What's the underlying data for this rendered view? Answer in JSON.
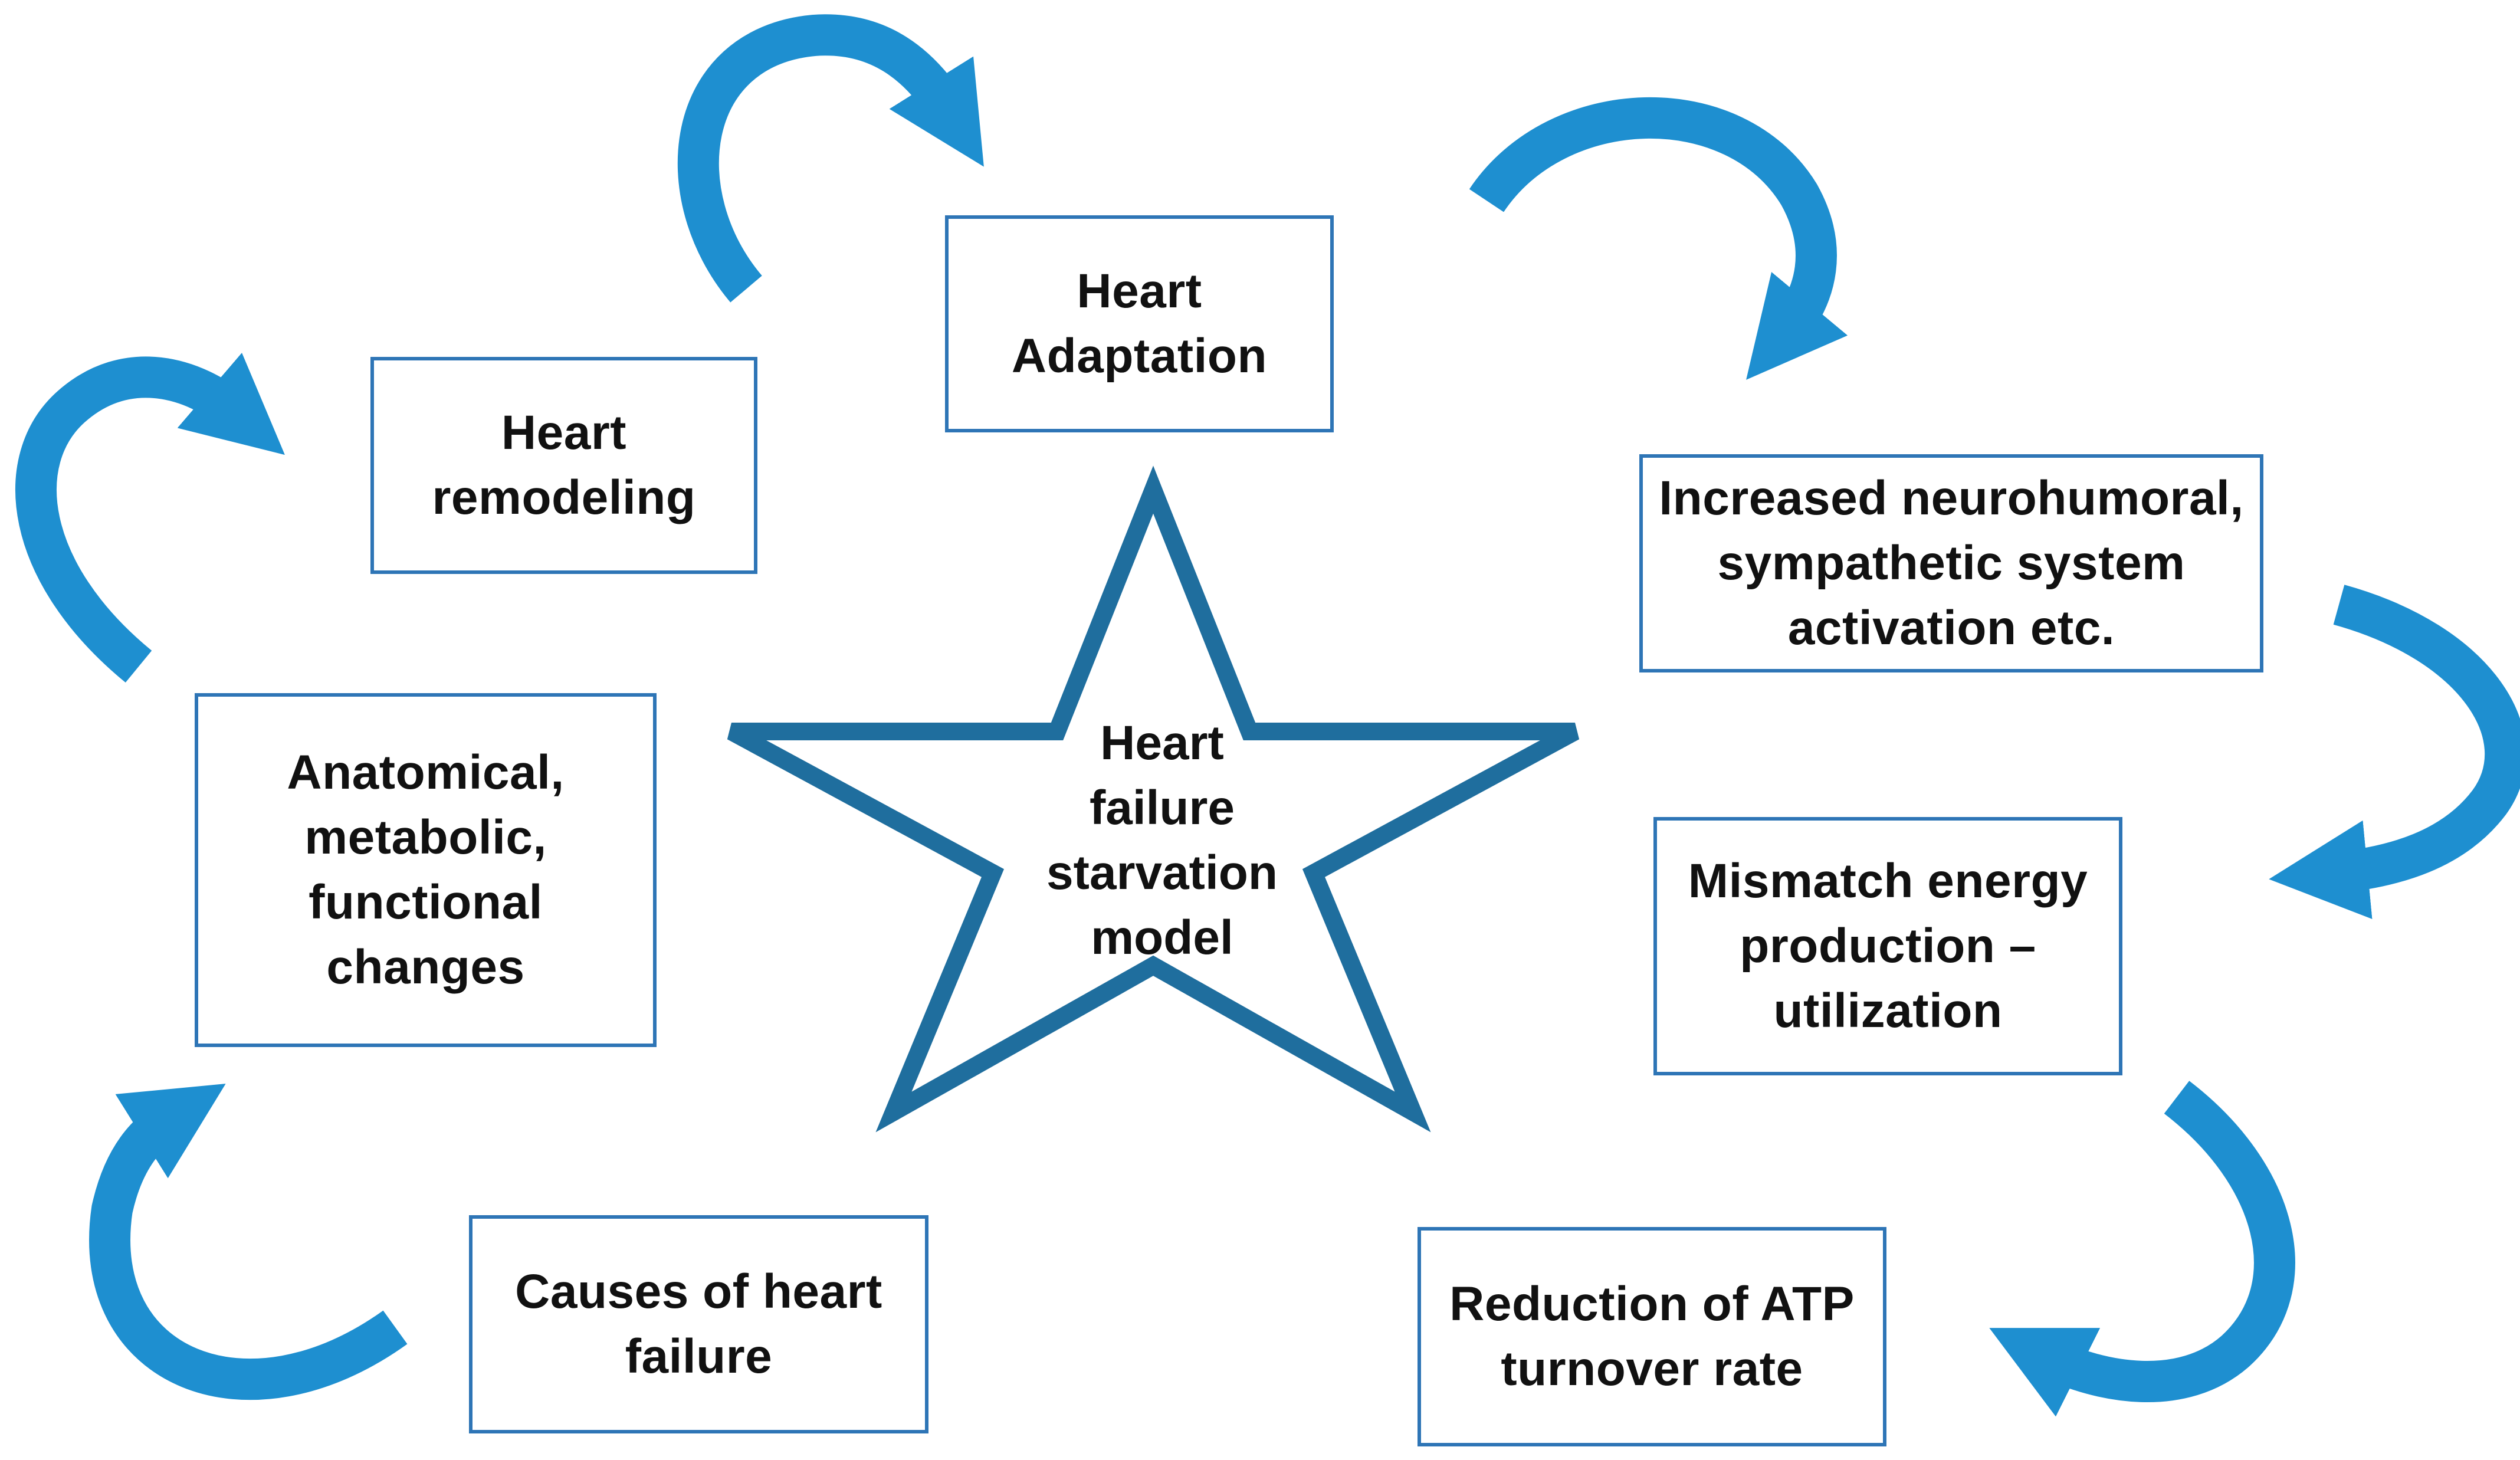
{
  "colors": {
    "box_border": "#2E75B6",
    "star_outline": "#1F6E9E",
    "arrow_fill": "#1E8FD0",
    "arrow_shade": "#1774AD",
    "text": "#111111"
  },
  "center": {
    "shape": "star-outline",
    "label": "Heart\nfailure\nstarvation\nmodel"
  },
  "boxes": {
    "causes": "Causes of heart\nfailure",
    "anatomical": "Anatomical,\nmetabolic,\nfunctional\nchanges",
    "remodeling": "Heart\nremodeling",
    "adaptation": "Heart\nAdaptation",
    "neurohumoral": "Increased neurohumoral,\nsympathetic system\nactivation etc.",
    "mismatch": "Mismatch energy\nproduction –\nutilization",
    "atp": "Reduction of ATP\nturnover rate"
  },
  "arrows": {
    "icon": "curved-arrow-icon",
    "cycle_order": [
      "causes",
      "anatomical",
      "remodeling",
      "adaptation",
      "neurohumoral",
      "mismatch",
      "atp"
    ]
  }
}
